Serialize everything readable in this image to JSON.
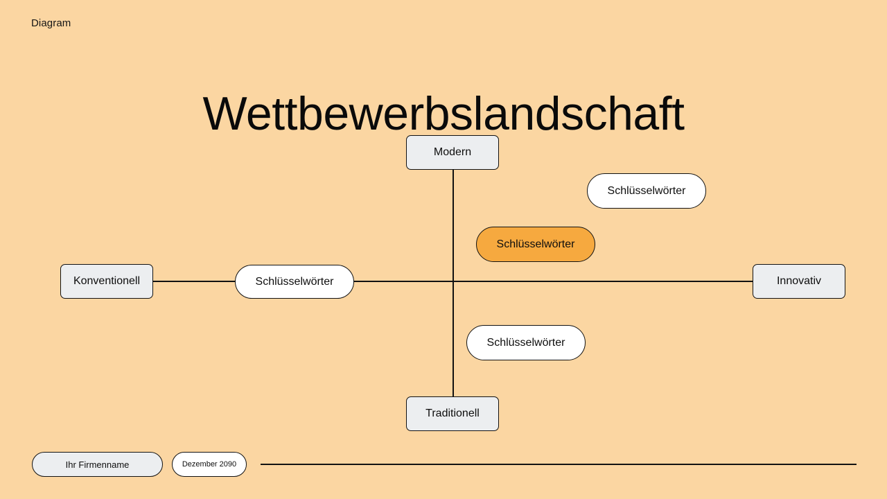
{
  "slide": {
    "kicker": "Diagram",
    "title": "Wettbewerbslandschaft",
    "background_color": "#fbd6a2",
    "line_color": "#111111"
  },
  "axes": {
    "vertical": {
      "top_label": "Modern",
      "bottom_label": "Traditionell"
    },
    "horizontal": {
      "left_label": "Konventionell",
      "right_label": "Innovativ"
    }
  },
  "poles": [
    {
      "id": "modern",
      "label": "Modern",
      "fill": "#eceef0"
    },
    {
      "id": "traditionell",
      "label": "Traditionell",
      "fill": "#eceef0"
    },
    {
      "id": "konventionell",
      "label": "Konventionell",
      "fill": "#eceef0"
    },
    {
      "id": "innovativ",
      "label": "Innovativ",
      "fill": "#eceef0"
    }
  ],
  "keywords": [
    {
      "id": "left",
      "label": "Schlüsselwörter",
      "fill": "#ffffff",
      "highlighted": false
    },
    {
      "id": "upper-right",
      "label": "Schlüsselwörter",
      "fill": "#ffffff",
      "highlighted": false
    },
    {
      "id": "accent",
      "label": "Schlüsselwörter",
      "fill": "#f6a93f",
      "highlighted": true
    },
    {
      "id": "lower",
      "label": "Schlüsselwörter",
      "fill": "#ffffff",
      "highlighted": false
    }
  ],
  "footer": {
    "company": "Ihr Firmenname",
    "date": "Dezember 2090"
  }
}
